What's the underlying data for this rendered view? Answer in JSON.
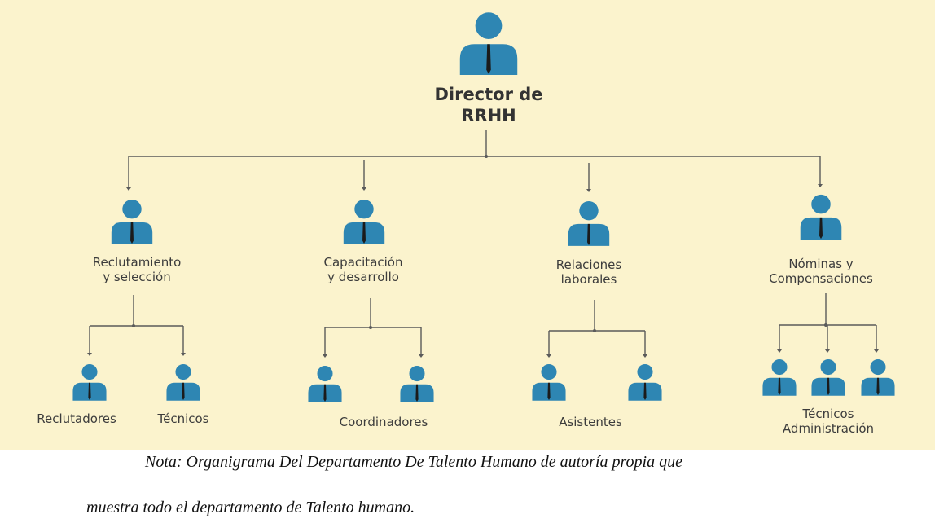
{
  "colors": {
    "background": "#fbf3cd",
    "person": "#2e86b3",
    "tie": "#1b1b1b",
    "line": "#5a5a5a"
  },
  "icon": "person-icon",
  "root": {
    "label": "Director de\nRRHH"
  },
  "departments": [
    {
      "label": "Reclutamiento\ny selección"
    },
    {
      "label": "Capacitación\ny desarrollo"
    },
    {
      "label": "Relaciones\nlaborales"
    },
    {
      "label": "Nóminas y\nCompensaciones"
    }
  ],
  "staff_labels": [
    "Reclutadores",
    "Técnicos",
    "Coordinadores",
    "Asistentes",
    "Técnicos\nAdministración"
  ],
  "caption": {
    "line1": "Nota: Organigrama Del Departamento De Talento Humano de autoría propia que",
    "line2": "muestra todo el departamento de Talento humano."
  }
}
